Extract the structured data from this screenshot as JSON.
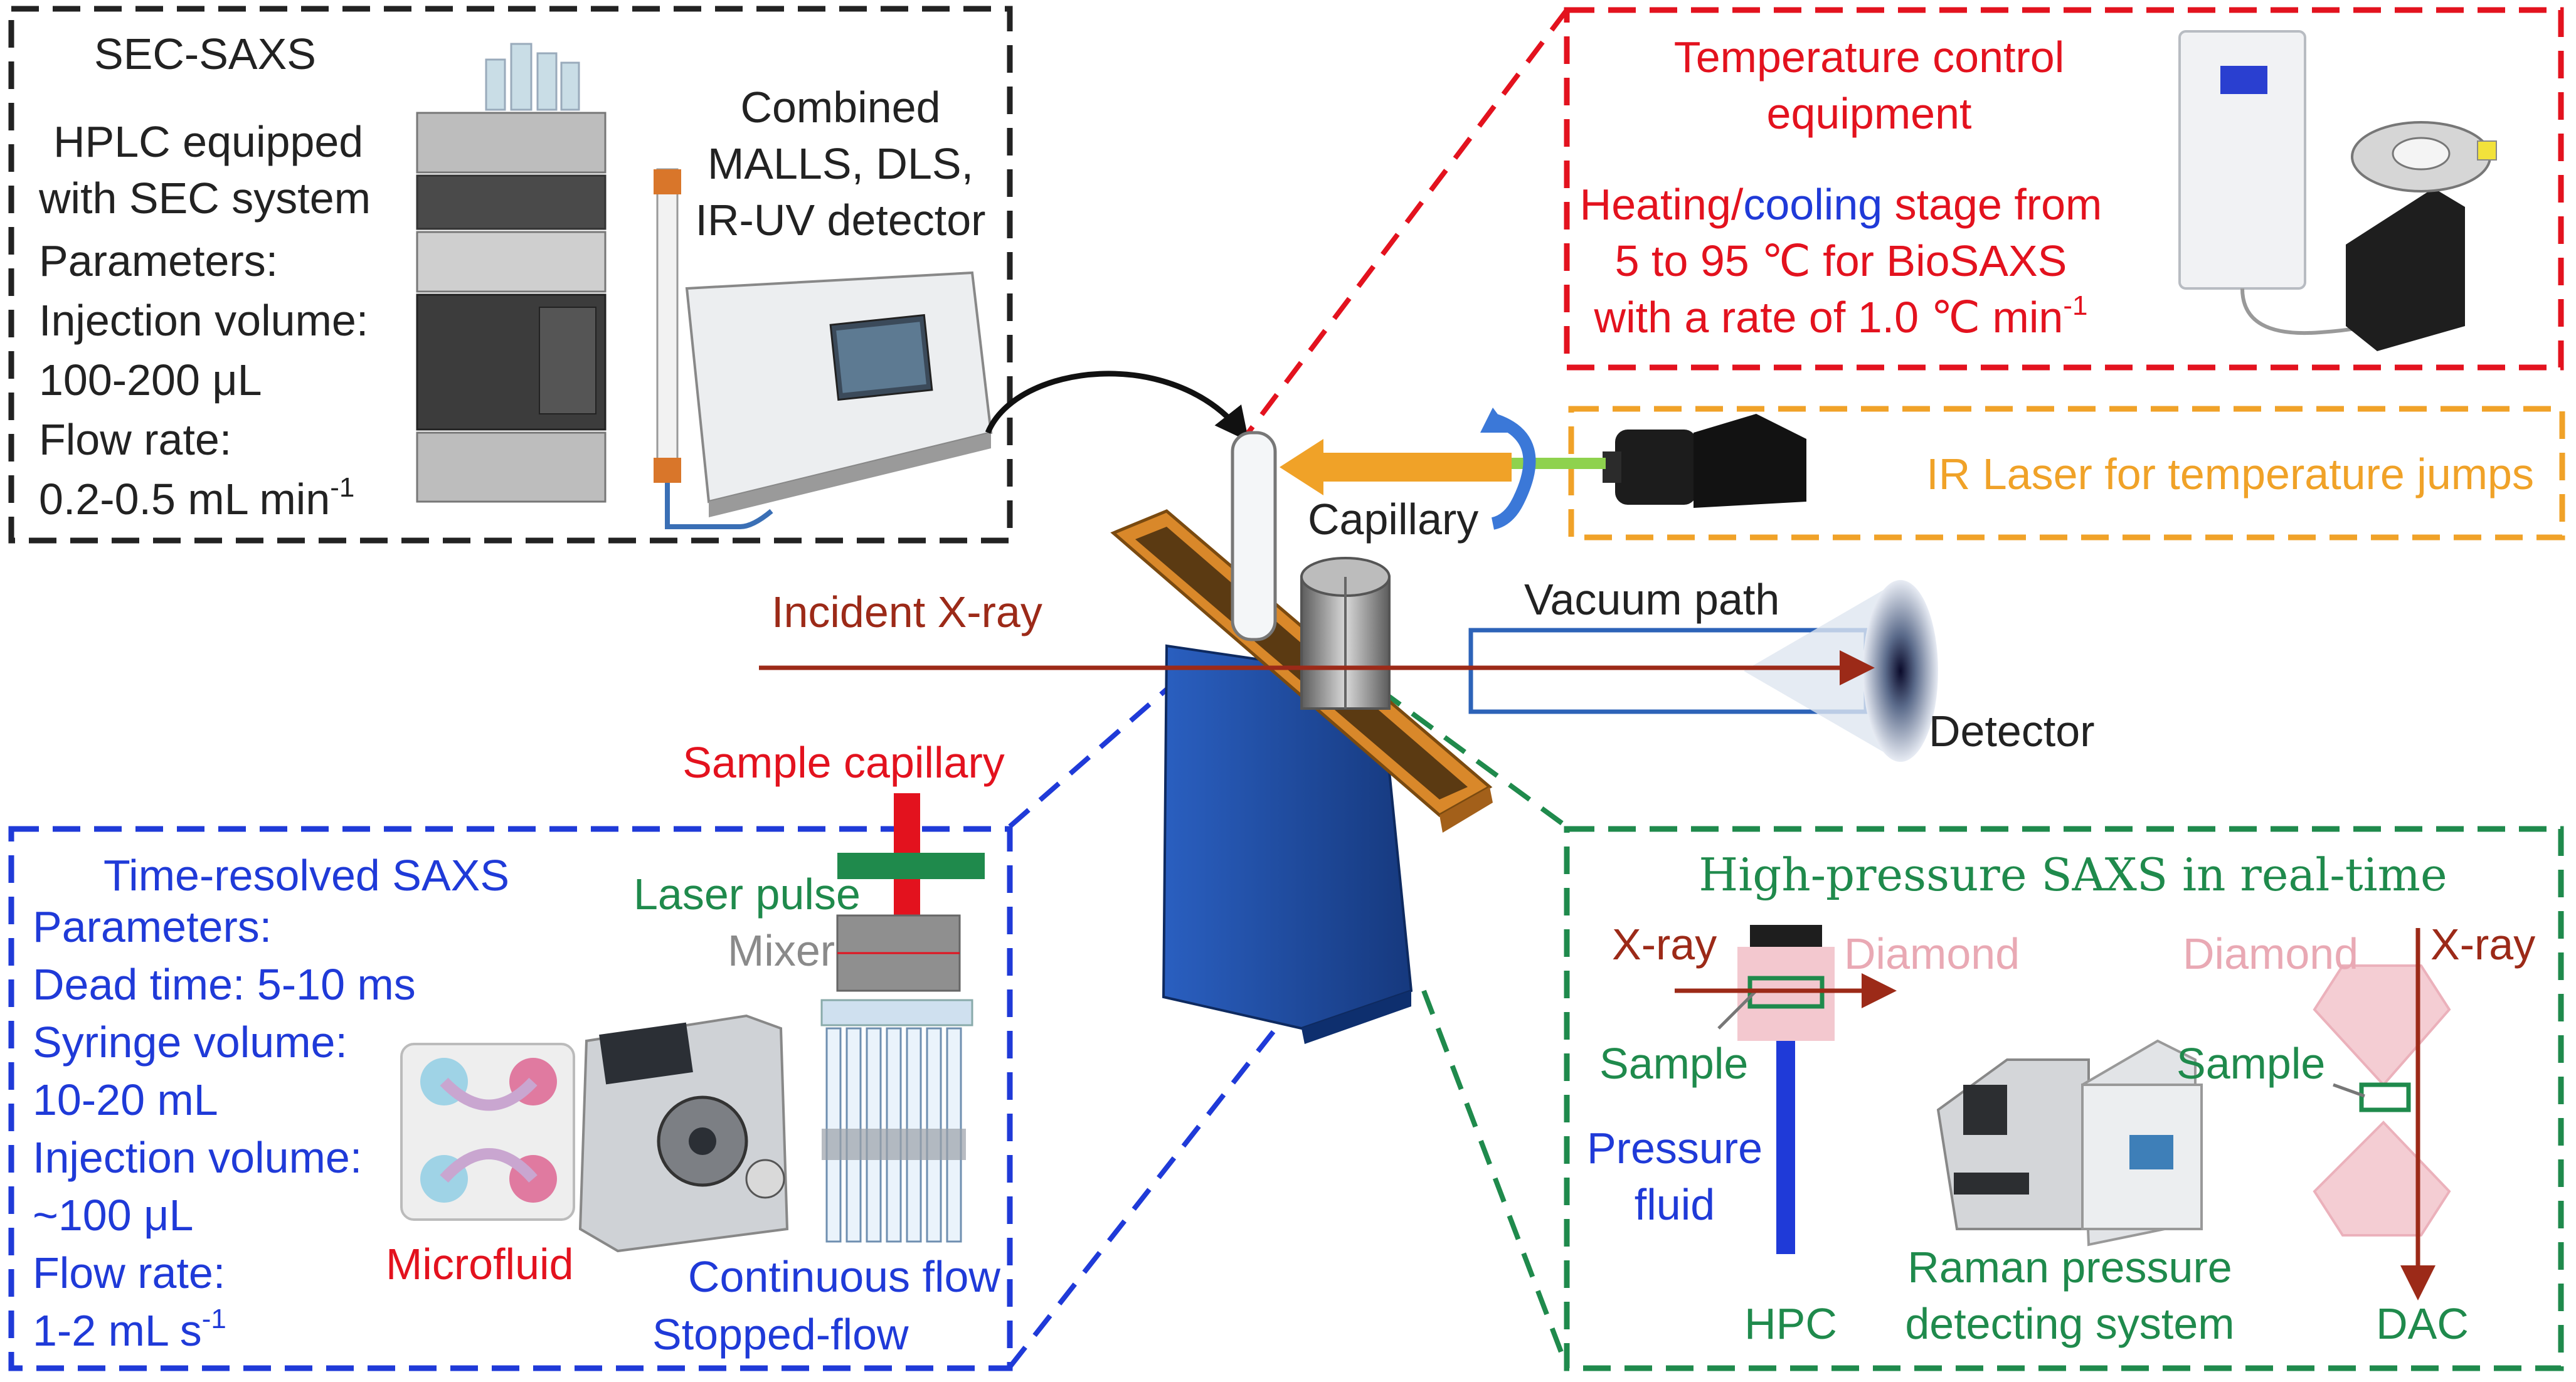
{
  "colors": {
    "red": "#e3121e",
    "blue": "#1f3ad8",
    "green": "#1f8a4c",
    "orange": "#f0a228",
    "dark": "#222222",
    "xray": "#9c2a18",
    "pink": "#e9a9b4",
    "gray": "#8a8a8a",
    "steel": "#2d63b8"
  },
  "sec_saxs": {
    "title": "SEC-SAXS",
    "hplc_line1": "HPLC equipped",
    "hplc_line2": "with SEC system",
    "params_label": "Parameters:",
    "injection_label": "Injection volume:",
    "injection_value": "100-200 μL",
    "flow_label": "Flow rate:",
    "flow_value": "0.2-0.5 mL min",
    "flow_exp": "-1",
    "detector_line1": "Combined",
    "detector_line2": "MALLS, DLS,",
    "detector_line3": "IR-UV detector"
  },
  "temperature": {
    "title_line1": "Temperature control",
    "title_line2": "equipment",
    "heat_word": "Heating/",
    "cool_word": "cooling",
    "stage_word": " stage from",
    "range_line": "5 to 95 ℃ for BioSAXS",
    "rate_line": "with a rate of 1.0 ℃ min",
    "rate_exp": "-1"
  },
  "ir_laser": {
    "label": "IR Laser for temperature jumps"
  },
  "center": {
    "capillary": "Capillary",
    "incident": "Incident X-ray",
    "vacuum": "Vacuum path",
    "detector": "Detector"
  },
  "time_resolved": {
    "sample_capillary": "Sample capillary",
    "laser_pulse": "Laser pulse",
    "mixer": "Mixer",
    "title": "Time-resolved SAXS",
    "params_label": "Parameters:",
    "dead_time": "Dead time: 5-10 ms",
    "syringe_label": "Syringe volume:",
    "syringe_value": "10-20 mL",
    "injection_label": "Injection volume:",
    "injection_value": "~100 μL",
    "flow_label": "Flow rate:",
    "flow_value": "1-2 mL s",
    "flow_exp": "-1",
    "microfluid": "Microfluid",
    "continuous": "Continuous flow",
    "stopped": "Stopped-flow"
  },
  "high_pressure": {
    "title": "High-pressure SAXS in real-time",
    "xray_left": "X-ray",
    "diamond_left": "Diamond",
    "sample_left": "Sample",
    "pressure_line1": "Pressure",
    "pressure_line2": "fluid",
    "hpc": "HPC",
    "raman_line1": "Raman pressure",
    "raman_line2": "detecting system",
    "diamond_right": "Diamond",
    "xray_right": "X-ray",
    "sample_right": "Sample",
    "dac": "DAC"
  }
}
